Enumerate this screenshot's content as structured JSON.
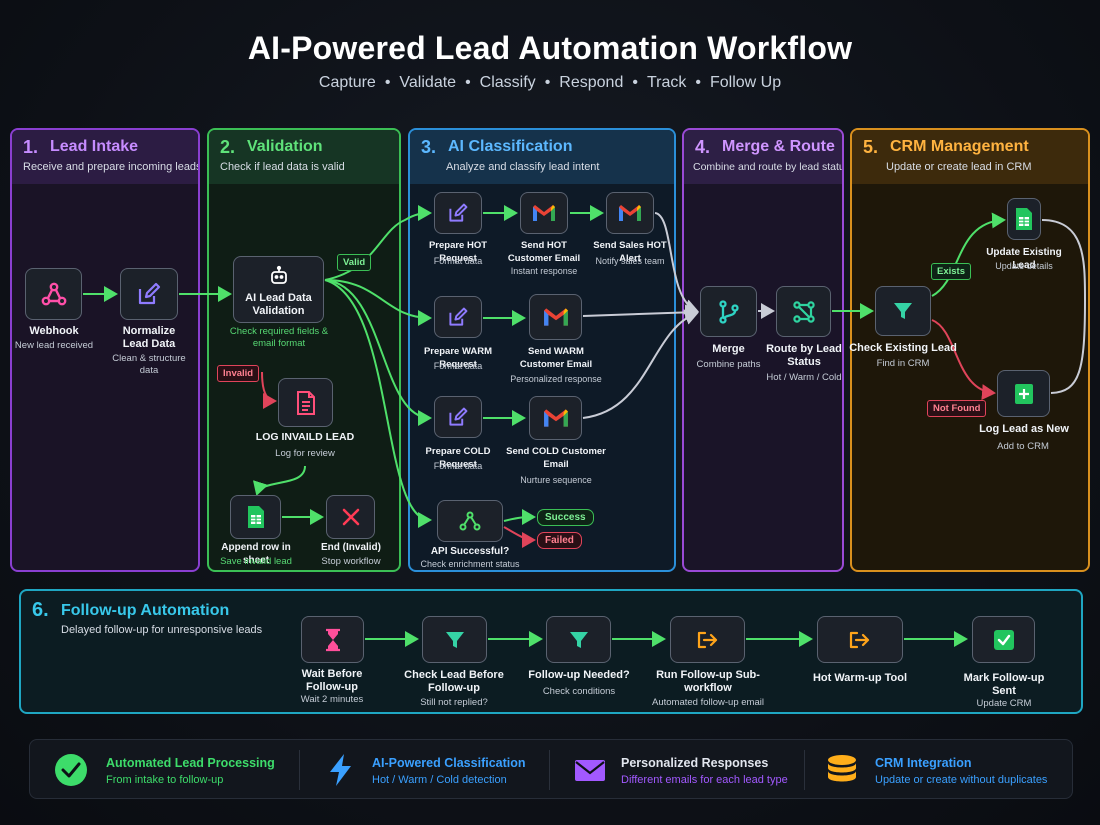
{
  "header": {
    "title": "AI-Powered Lead Automation Workflow",
    "steps": [
      "Capture",
      "Validate",
      "Classify",
      "Respond",
      "Track",
      "Follow Up"
    ]
  },
  "panels": {
    "intake": {
      "num": "1.",
      "title": "Lead Intake",
      "desc": "Receive and prepare incoming leads"
    },
    "validation": {
      "num": "2.",
      "title": "Validation",
      "desc": "Check if lead data is valid"
    },
    "classification": {
      "num": "3.",
      "title": "AI Classification",
      "desc": "Analyze and classify lead intent"
    },
    "merge": {
      "num": "4.",
      "title": "Merge & Route",
      "desc": "Combine and route by lead status"
    },
    "crm": {
      "num": "5.",
      "title": "CRM Management",
      "desc": "Update or create lead in CRM"
    },
    "followup": {
      "num": "6.",
      "title": "Follow-up Automation",
      "desc": "Delayed follow-up for unresponsive leads"
    }
  },
  "nodes": {
    "webhook": {
      "label": "Webhook",
      "sub": "New lead received"
    },
    "normalize": {
      "label": "Normalize Lead Data",
      "sub": "Clean & structure data"
    },
    "ai_validation": {
      "label": "AI Lead Data Validation",
      "sub": "Check required fields & email format"
    },
    "log_invalid": {
      "label": "LOG INVAILD LEAD",
      "sub": "Log for review"
    },
    "append_row": {
      "label": "Append row in sheet",
      "sub": "Save invalid lead"
    },
    "end_invalid": {
      "label": "End (Invalid)",
      "sub": "Stop workflow"
    },
    "prep_hot": {
      "label": "Prepare HOT Request",
      "sub": "Format data"
    },
    "send_hot": {
      "label": "Send HOT Customer Email",
      "sub": "Instant response"
    },
    "send_sales": {
      "label": "Send Sales HOT Alert",
      "sub": "Notify sales team"
    },
    "prep_warm": {
      "label": "Prepare WARM Request",
      "sub": "Format data"
    },
    "send_warm": {
      "label": "Send WARM Customer Email",
      "sub": "Personalized response"
    },
    "prep_cold": {
      "label": "Prepare COLD Request",
      "sub": "Format data"
    },
    "send_cold": {
      "label": "Send COLD Customer Email",
      "sub": "Nurture sequence"
    },
    "api_check": {
      "label": "API Successful?",
      "sub": "Check enrichment status"
    },
    "merge": {
      "label": "Merge",
      "sub": "Combine paths"
    },
    "route": {
      "label": "Route by Lead Status",
      "sub": "Hot / Warm / Cold"
    },
    "check_existing": {
      "label": "Check Existing Lead",
      "sub": "Find in CRM"
    },
    "update_existing": {
      "label": "Update Existing Lead",
      "sub": "Update details"
    },
    "log_new": {
      "label": "Log Lead as New",
      "sub": "Add to CRM"
    },
    "wait": {
      "label": "Wait Before Follow-up",
      "sub": "Wait 2 minutes"
    },
    "check_before": {
      "label": "Check Lead Before Follow-up",
      "sub": "Still not replied?"
    },
    "followup_needed": {
      "label": "Follow-up Needed?",
      "sub": "Check conditions"
    },
    "run_sub": {
      "label": "Run Follow-up Sub-workflow",
      "sub": "Automated follow-up email"
    },
    "hot_warmup": {
      "label": "Hot Warm-up Tool",
      "sub": ""
    },
    "mark_sent": {
      "label": "Mark Follow-up Sent",
      "sub": "Update CRM"
    }
  },
  "tags": {
    "valid": "Valid",
    "invalid": "Invalid",
    "success": "Success",
    "failed": "Failed",
    "exists": "Exists",
    "not_found": "Not Found"
  },
  "features": [
    {
      "title": "Automated Lead Processing",
      "desc": "From intake to follow-up",
      "icon": "check-circle-icon",
      "color": "#3ddc6a"
    },
    {
      "title": "AI-Powered Classification",
      "desc": "Hot / Warm / Cold detection",
      "icon": "lightning-icon",
      "color": "#3aa0ff"
    },
    {
      "title": "Personalized Responses",
      "desc": "Different emails for each lead type",
      "icon": "envelope-icon",
      "color": "#a259ff"
    },
    {
      "title": "CRM Integration",
      "desc": "Update or create without duplicates",
      "icon": "database-icon",
      "color": "#ffae1a"
    }
  ],
  "colors": {
    "green_wire": "#4fe06a",
    "red_wire": "#e0445a",
    "white_wire": "#c9ccd6"
  }
}
